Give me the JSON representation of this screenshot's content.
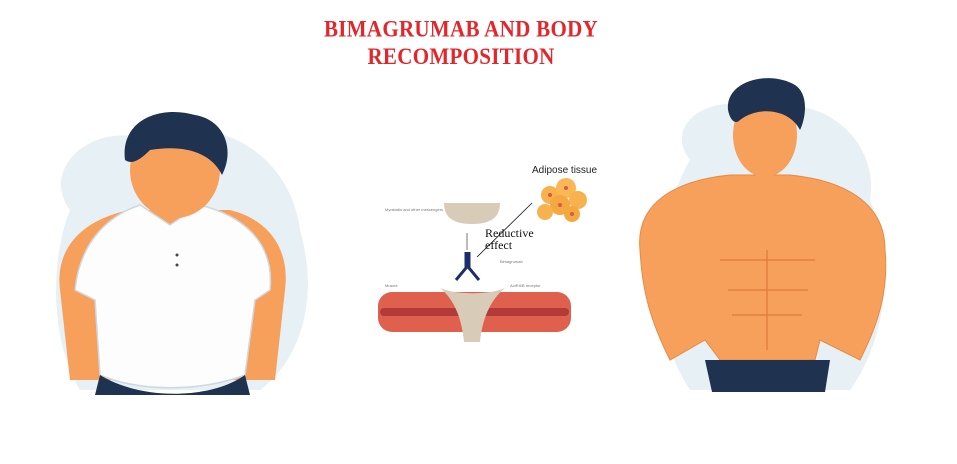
{
  "title": "BIMAGRUMAB AND BODY RECOMPOSITION",
  "colors": {
    "title": "#e3262b",
    "skin": "#f7a05c",
    "hair": "#1f3350",
    "background_blob": "#e6f0f5",
    "muscle": "#e0604e"
  },
  "diagram": {
    "myostatin_label": "Myostatin and other messengers",
    "bimagrumab_label": "Bimagrumab",
    "muscle_label": "Muscle",
    "receptor_label": "ActRII/B receptor",
    "reductive_effect": [
      "Reductive",
      "effect"
    ],
    "adipose_label": "Adipose tissue"
  }
}
